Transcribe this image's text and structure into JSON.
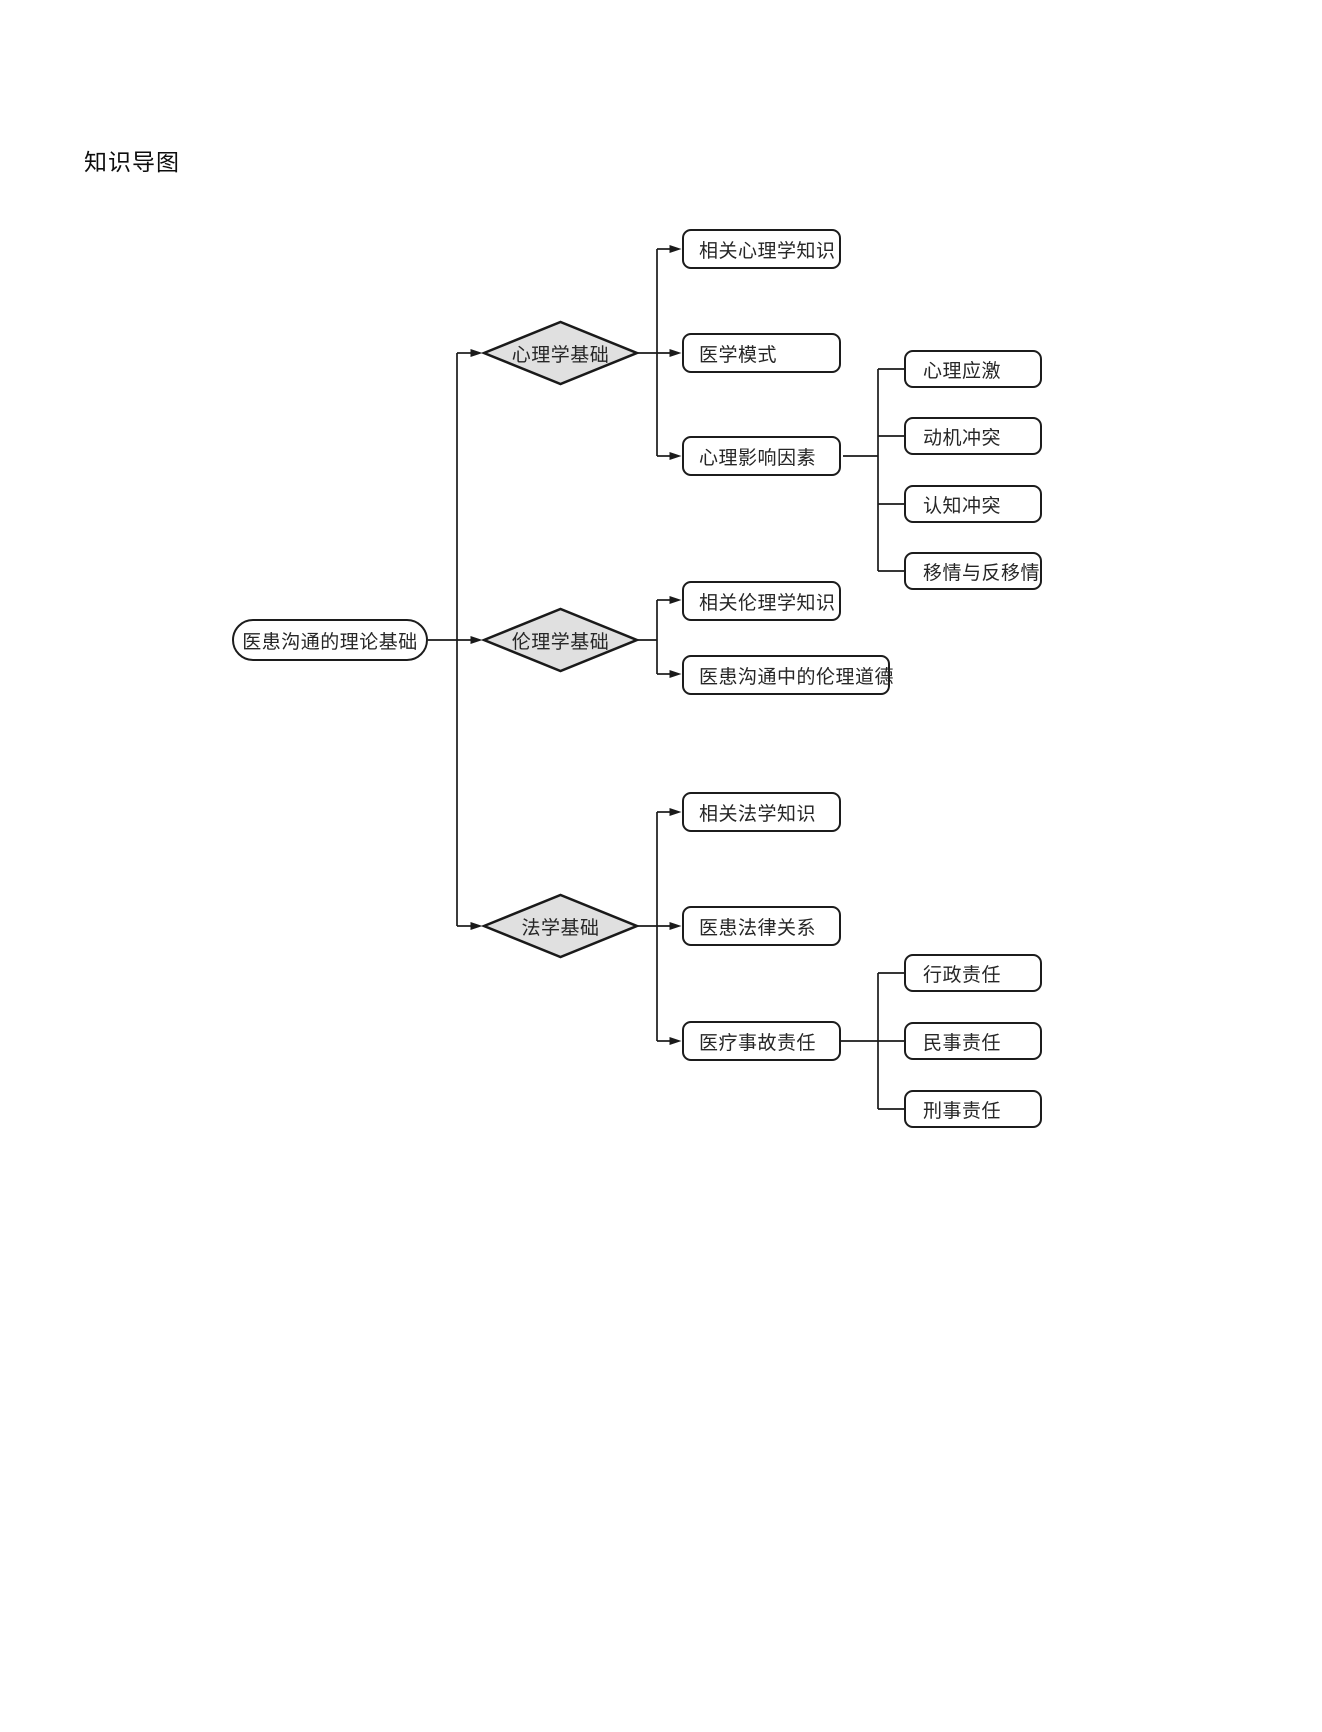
{
  "page_title": "知识导图",
  "colors": {
    "background": "#ffffff",
    "line": "#1a1a1a",
    "diamond_fill": "#e0e0e0",
    "box_fill": "#ffffff",
    "box_border": "#1c1c1c",
    "text": "#262626"
  },
  "root": {
    "label": "医患沟通的理论基础"
  },
  "branches": [
    {
      "label": "心理学基础",
      "children": [
        {
          "label": "相关心理学知识"
        },
        {
          "label": "医学模式"
        },
        {
          "label": "心理影响因素",
          "children": [
            {
              "label": "心理应激"
            },
            {
              "label": "动机冲突"
            },
            {
              "label": "认知冲突"
            },
            {
              "label": "移情与反移情"
            }
          ]
        }
      ]
    },
    {
      "label": "伦理学基础",
      "children": [
        {
          "label": "相关伦理学知识"
        },
        {
          "label": "医患沟通中的伦理道德"
        }
      ]
    },
    {
      "label": "法学基础",
      "children": [
        {
          "label": "相关法学知识"
        },
        {
          "label": "医患法律关系"
        },
        {
          "label": "医疗事故责任",
          "children": [
            {
              "label": "行政责任"
            },
            {
              "label": "民事责任"
            },
            {
              "label": "刑事责任"
            }
          ]
        }
      ]
    }
  ]
}
